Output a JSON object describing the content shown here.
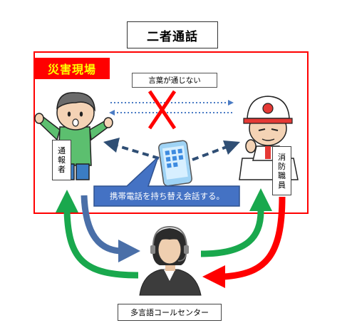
{
  "title": "二者通話",
  "scene_label": "災害現場",
  "language_note": "言葉が通じない",
  "caller": {
    "label_chars": [
      "通",
      "報",
      "者"
    ]
  },
  "officer": {
    "label_chars": [
      "消",
      "防",
      "職",
      "員"
    ]
  },
  "callout": "携帯電話を持ち替え会話する。",
  "center_label": "多言語コールセンター",
  "colors": {
    "frame": "#ff0000",
    "scene_label_bg": "#ff0000",
    "scene_label_text": "#ffff00",
    "callout_bg": "#4472c4",
    "arrow_blue": "#4a6fa8",
    "arrow_green": "#19a84d",
    "arrow_red": "#ff0000",
    "dashed_arrow": "#2f4e74",
    "dotted_arrow": "#4a7bc4",
    "cross": "#ff0000"
  }
}
